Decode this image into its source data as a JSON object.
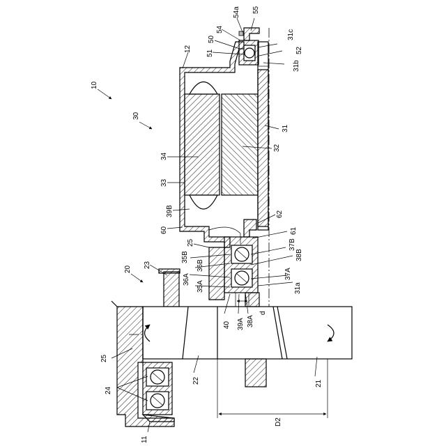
{
  "figure": {
    "labels": {
      "l10": "10",
      "l30": "30",
      "l20": "20",
      "l12": "12",
      "l50": "50",
      "l51": "51",
      "l54": "54",
      "l54a": "54a",
      "l55": "55",
      "l31c": "31c",
      "l52": "52",
      "l31b": "31b",
      "l31": "31",
      "l32": "32",
      "l34": "34",
      "l33": "33",
      "l39B": "39B",
      "l60": "60",
      "l62": "62",
      "l61": "61",
      "l25a": "25",
      "l35B": "35B",
      "l36B": "36B",
      "l37B": "37B",
      "l38B": "38B",
      "l36A": "36A",
      "l35A": "35A",
      "l37A": "37A",
      "l31a": "31a",
      "l23": "23",
      "l40": "40",
      "l39A": "39A",
      "l38A": "38A",
      "ld": "d",
      "l25b": "25",
      "l22": "22",
      "l21": "21",
      "l24": "24",
      "l11": "11",
      "lD2": "D2"
    }
  }
}
